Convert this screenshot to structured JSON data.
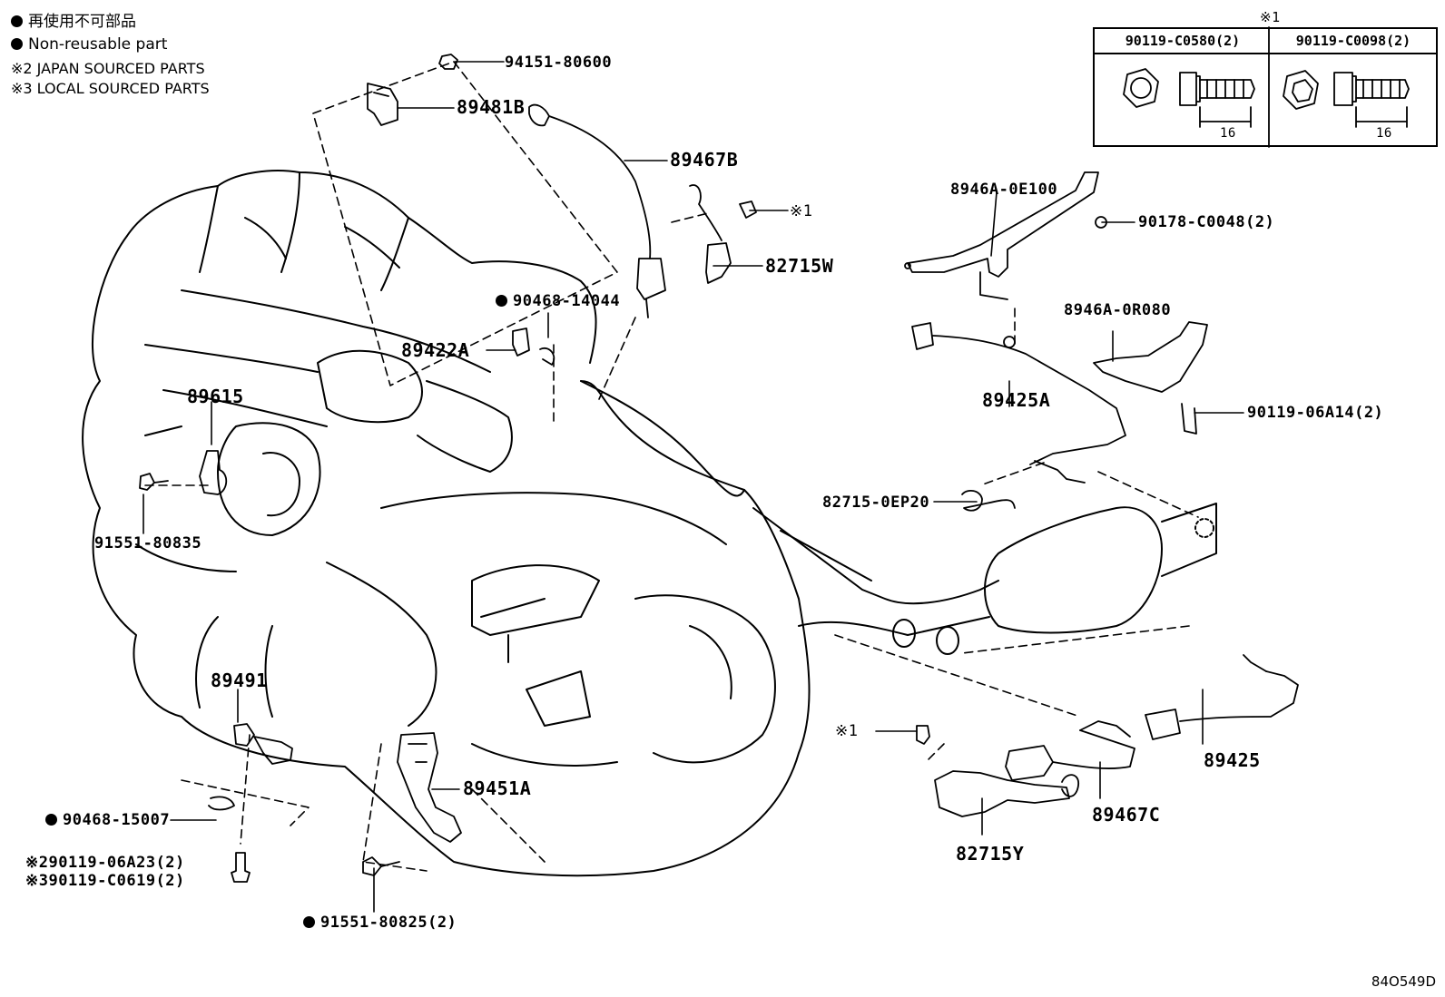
{
  "legend": {
    "non_reusable_jp": "再使用不可部品",
    "non_reusable_en": "Non-reusable part",
    "japan_sourced": "※2 JAPAN SOURCED PARTS",
    "local_sourced": "※3 LOCAL SOURCED PARTS"
  },
  "bolt_table": {
    "marker": "※1",
    "col1_part": "90119-C0580(2)",
    "col2_part": "90119-C0098(2)",
    "col1_dim": "16",
    "col2_dim": "16"
  },
  "parts": {
    "p94151_80600": "94151-80600",
    "p89481B": "89481B",
    "p89467B": "89467B",
    "ref1_top": "※1",
    "p82715W": "82715W",
    "p90468_14044": "90468-14044",
    "p89422A": "89422A",
    "p89615": "89615",
    "p91551_80835": "91551-80835",
    "p8946A_0E100": "8946A-0E100",
    "p90178_C0048": "90178-C0048(2)",
    "p8946A_0R080": "8946A-0R080",
    "p89425A": "89425A",
    "p90119_06A14": "90119-06A14(2)",
    "p82715_0EP20": "82715-0EP20",
    "p89491": "89491",
    "p90468_15007": "90468-15007",
    "p90119_06A23": "※290119-06A23(2)",
    "p90119_C0619": "※390119-C0619(2)",
    "p89451A": "89451A",
    "p91551_80825": "91551-80825(2)",
    "ref1_bottom": "※1",
    "p89425": "89425",
    "p89467C": "89467C",
    "p82715Y": "82715Y"
  },
  "footer": {
    "drawing_code": "84O549D"
  }
}
